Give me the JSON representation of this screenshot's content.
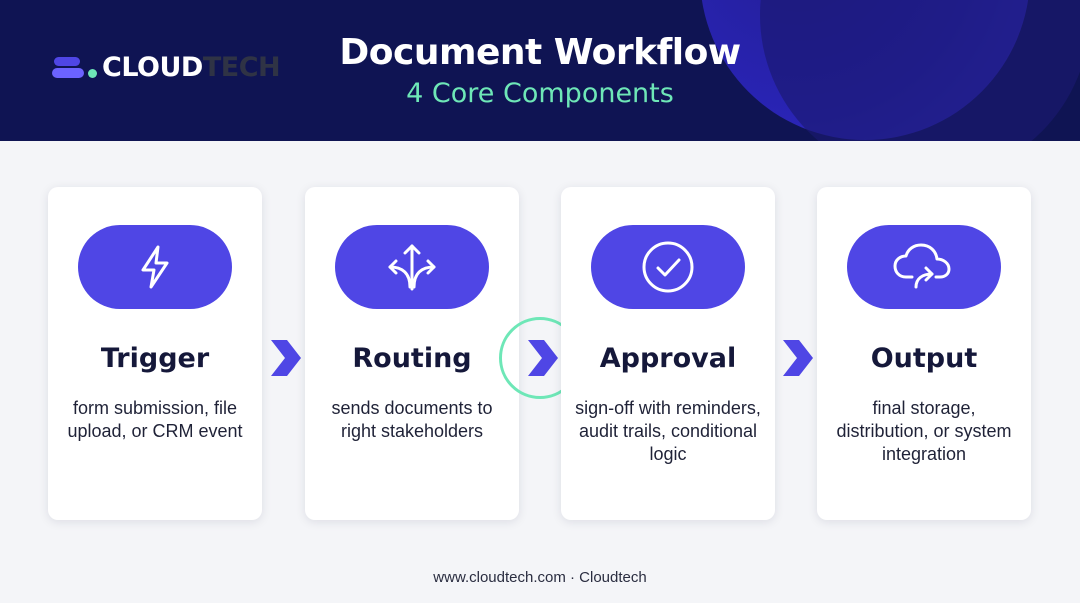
{
  "brand": {
    "name_primary": "CLOUD",
    "name_secondary": "TECH"
  },
  "header": {
    "title": "Document Workflow",
    "subtitle": "4 Core Components"
  },
  "steps": [
    {
      "title": "Trigger",
      "icon": "lightning-icon",
      "desc": "form submission, file upload, or CRM event"
    },
    {
      "title": "Routing",
      "icon": "split-arrows-icon",
      "desc": "sends documents to right stakeholders"
    },
    {
      "title": "Approval",
      "icon": "check-circle-icon",
      "desc": "sign-off with reminders, audit trails, conditional logic"
    },
    {
      "title": "Output",
      "icon": "cloud-upload-icon",
      "desc": "final storage, distribution, or system integration"
    }
  ],
  "footer": {
    "text": "www.cloudtech.com · Cloudtech"
  },
  "colors": {
    "navy": "#0f1453",
    "accent": "#4f46e5",
    "mint": "#6ee7b7",
    "card": "#ffffff"
  }
}
